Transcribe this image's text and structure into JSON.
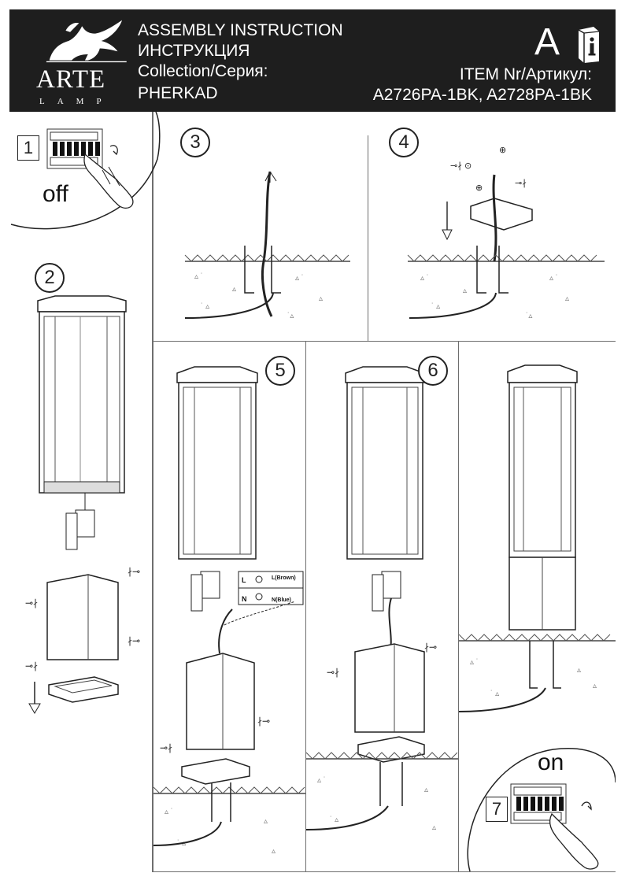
{
  "header": {
    "brand": "ARTE",
    "brand_sub": "LAMP",
    "line1": "ASSEMBLY INSTRUCTION",
    "line2": "ИНСТРУКЦИЯ",
    "line3": "Collection/Серия:",
    "line4": "PHERKAD",
    "letter": "A",
    "item_label": "ITEM Nr/Артикул:",
    "item_codes": "A2726PA-1BK, A2728PA-1BK"
  },
  "steps": {
    "s1": {
      "number": "1",
      "caption": "off"
    },
    "s2": {
      "number": "2"
    },
    "s3": {
      "number": "3"
    },
    "s4": {
      "number": "4"
    },
    "s5": {
      "number": "5",
      "wiring": {
        "l_left": "L",
        "n_left": "N",
        "l_right": "L(Brown)",
        "n_right": "N(Blue)"
      }
    },
    "s6": {
      "number": "6"
    },
    "s7": {
      "number": "7",
      "caption": "on"
    }
  }
}
